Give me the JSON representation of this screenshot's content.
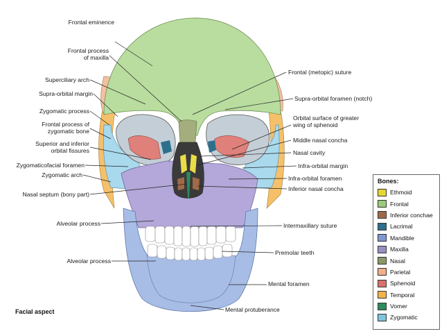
{
  "caption": "Facial aspect",
  "labels": {
    "left": [
      "Frontal eminence",
      "Frontal process\nof maxilla",
      "Superciliary arch",
      "Supra-orbital margin",
      "Zygomatic process",
      "Frontal process of\nzygomatic bone",
      "Superior and inferior\norbital fissures",
      "Zygomaticofacial foramen",
      "Zygomatic arch",
      "Nasal septum (bony part)",
      "Alveolar process",
      "Alveolar process"
    ],
    "right": [
      "Frontal (metopic) suture",
      "Supra-orbital foramen (notch)",
      "Orbital surface of greater\nwing of sphenoid",
      "Middle nasal concha",
      "Nasal cavity",
      "Infra-orbital margin",
      "Infra-orbital foramen",
      "Inferior nasal concha",
      "Intermaxillary suture",
      "Premolar teeth",
      "Mental foramen",
      "Mental protuberance"
    ]
  },
  "legend": {
    "title": "Bones:",
    "items": [
      {
        "label": "Ethmoid",
        "color": "#e6d631"
      },
      {
        "label": "Frontal",
        "color": "#9ccb7c"
      },
      {
        "label": "Inferior conchae",
        "color": "#a06a48"
      },
      {
        "label": "Lacrimal",
        "color": "#2e6f8e"
      },
      {
        "label": "Mandible",
        "color": "#7f97cf"
      },
      {
        "label": "Maxilla",
        "color": "#9b8ec4"
      },
      {
        "label": "Nasal",
        "color": "#8a9a66"
      },
      {
        "label": "Parietal",
        "color": "#f0b08a"
      },
      {
        "label": "Sphenoid",
        "color": "#d9706a"
      },
      {
        "label": "Temporal",
        "color": "#f2b34a"
      },
      {
        "label": "Vomer",
        "color": "#2e8a5c"
      },
      {
        "label": "Zygomatic",
        "color": "#7fc3df"
      }
    ]
  },
  "colors": {
    "frontal": "#b9dd9f",
    "maxilla": "#b3a8d9",
    "mandible": "#a8bde6",
    "zygomatic": "#a9d9ec",
    "temporal": "#f6c06a",
    "parietal": "#f3c0a0",
    "sphenoid": "#e0807a",
    "ethmoid": "#e8dc48",
    "nasal": "#a3ad7e",
    "teeth": "#ffffff"
  }
}
